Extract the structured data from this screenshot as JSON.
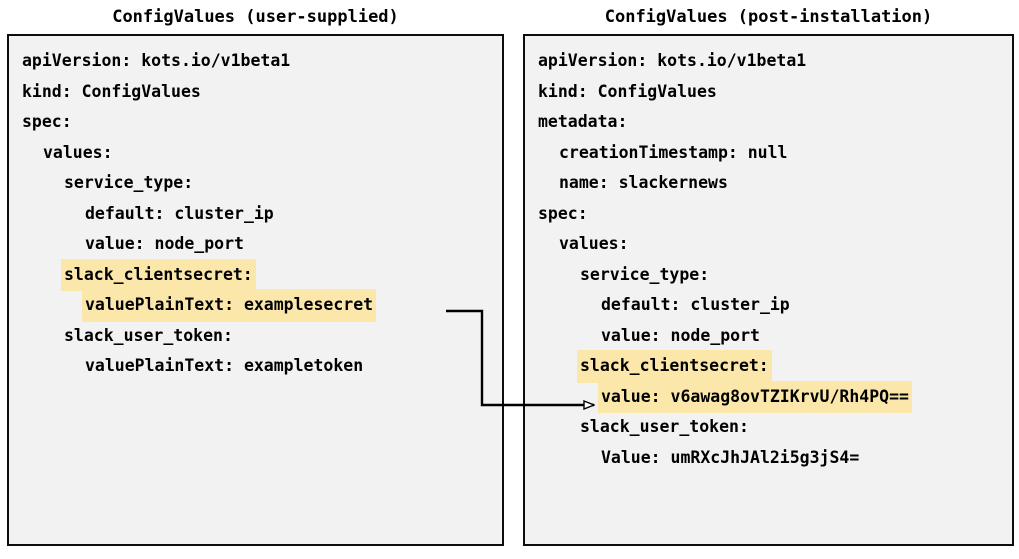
{
  "page": {
    "background_color": "#ffffff",
    "highlight_color": "#fce7ab",
    "panel_background_color": "#f2f2f2",
    "panel_border_color": "#0d0d0d",
    "text_color": "#000000"
  },
  "left_panel": {
    "title": "ConfigValues (user-supplied)",
    "lines": [
      {
        "text": "apiVersion: kots.io/v1beta1",
        "indent": 0,
        "highlight": false
      },
      {
        "text": "kind: ConfigValues",
        "indent": 0,
        "highlight": false
      },
      {
        "text": "spec:",
        "indent": 0,
        "highlight": false
      },
      {
        "text": "values:",
        "indent": 1,
        "highlight": false
      },
      {
        "text": "service_type:",
        "indent": 2,
        "highlight": false
      },
      {
        "text": "default: cluster_ip",
        "indent": 3,
        "highlight": false
      },
      {
        "text": "value: node_port",
        "indent": 3,
        "highlight": false
      },
      {
        "text": "slack_clientsecret:",
        "indent": 2,
        "highlight": true
      },
      {
        "text": "valuePlainText: examplesecret",
        "indent": 3,
        "highlight": true
      },
      {
        "text": "slack_user_token:",
        "indent": 2,
        "highlight": false
      },
      {
        "text": "valuePlainText: exampletoken",
        "indent": 3,
        "highlight": false
      }
    ]
  },
  "right_panel": {
    "title": "ConfigValues (post-installation)",
    "lines": [
      {
        "text": "apiVersion: kots.io/v1beta1",
        "indent": 0,
        "highlight": false
      },
      {
        "text": "kind: ConfigValues",
        "indent": 0,
        "highlight": false
      },
      {
        "text": "metadata:",
        "indent": 0,
        "highlight": false
      },
      {
        "text": "creationTimestamp: null",
        "indent": 1,
        "highlight": false
      },
      {
        "text": "name: slackernews",
        "indent": 1,
        "highlight": false
      },
      {
        "text": "spec:",
        "indent": 0,
        "highlight": false
      },
      {
        "text": "values:",
        "indent": 1,
        "highlight": false
      },
      {
        "text": "service_type:",
        "indent": 2,
        "highlight": false
      },
      {
        "text": "default: cluster_ip",
        "indent": 3,
        "highlight": false
      },
      {
        "text": "value: node_port",
        "indent": 3,
        "highlight": false
      },
      {
        "text": "slack_clientsecret:",
        "indent": 2,
        "highlight": true
      },
      {
        "text": "value: v6awag8ovTZIKrvU/Rh4PQ==",
        "indent": 3,
        "highlight": true
      },
      {
        "text": "slack_user_token:",
        "indent": 2,
        "highlight": false
      },
      {
        "text": "Value: umRXcJhJAl2i5g3jS4=",
        "indent": 3,
        "highlight": false
      }
    ]
  },
  "connector": {
    "description": "arrow from left panel valuePlainText examplesecret to right panel value base64",
    "color": "#000000",
    "arrowhead": "open-triangle"
  }
}
